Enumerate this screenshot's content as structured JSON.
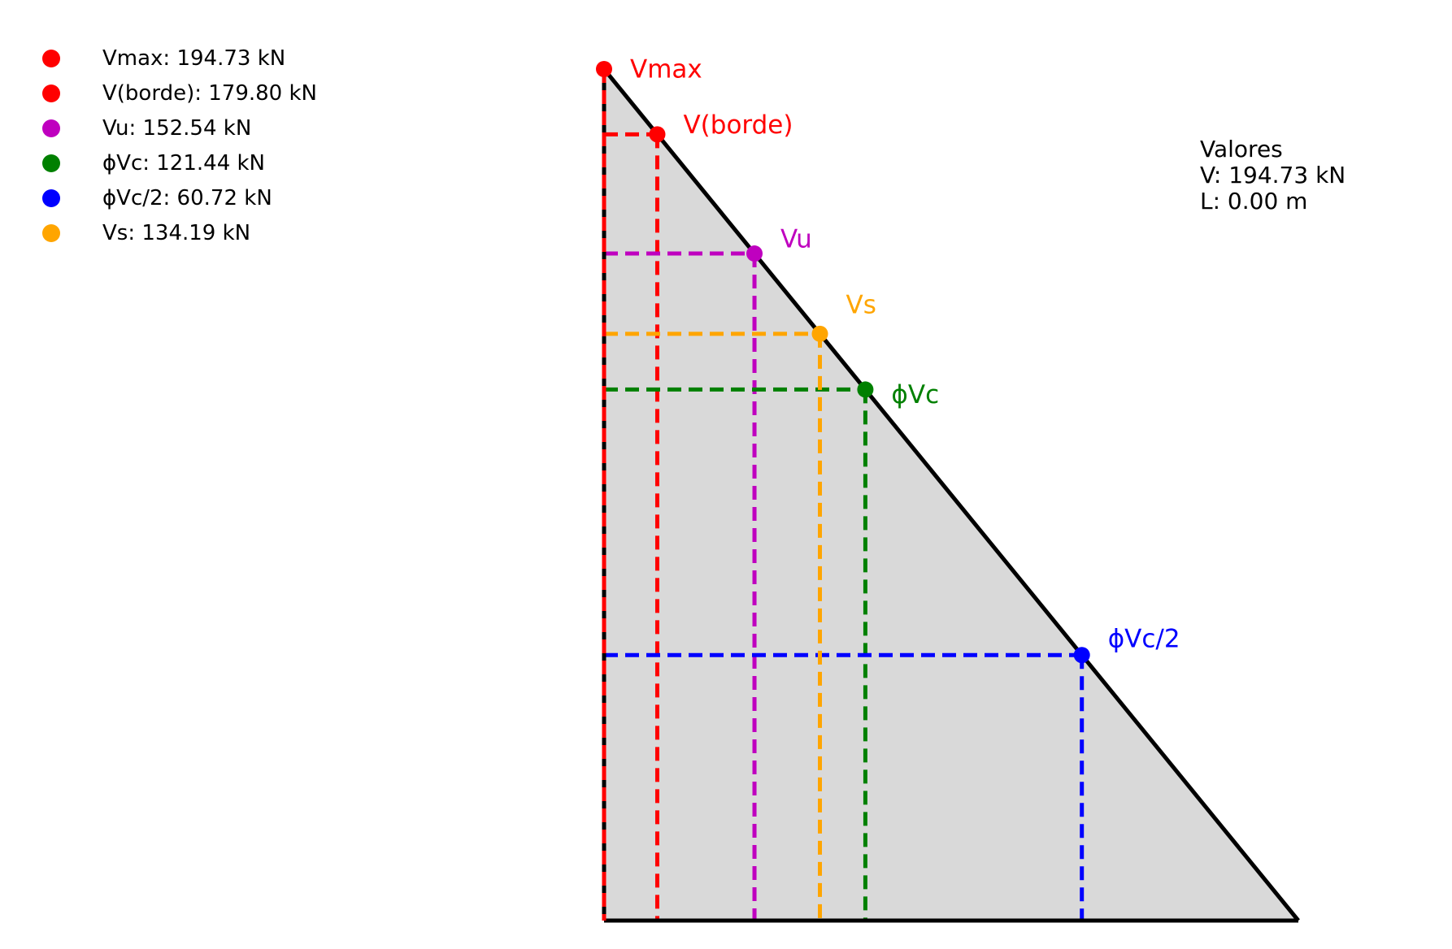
{
  "chart_data": {
    "type": "area",
    "description_points": [
      {
        "key": "vmax",
        "label": "Vmax",
        "legend": "Vmax: 194.73 kN",
        "value": 194.73,
        "color": "#ff0000"
      },
      {
        "key": "vborde",
        "label": "V(borde)",
        "legend": "V(borde): 179.80 kN",
        "value": 179.8,
        "color": "#ff0000"
      },
      {
        "key": "vu",
        "label": "Vu",
        "legend": "Vu: 152.54 kN",
        "value": 152.54,
        "color": "#bf00bf"
      },
      {
        "key": "phivc",
        "label": "ϕVc",
        "legend": "ϕVc: 121.44 kN",
        "value": 121.44,
        "color": "#008000"
      },
      {
        "key": "phivc2",
        "label": "ϕVc/2",
        "legend": "ϕVc/2: 60.72 kN",
        "value": 60.72,
        "color": "#0000ff"
      },
      {
        "key": "vs",
        "label": "Vs",
        "legend": "Vs: 134.19 kN",
        "value": 134.19,
        "color": "#ffa500"
      }
    ],
    "vmax": 194.73,
    "fill_color": "#d9d9d9",
    "line_color": "#000000",
    "info_box": {
      "title": "Valores",
      "v_line": "V: 194.73 kN",
      "l_line": "L: 0.00 m"
    }
  }
}
